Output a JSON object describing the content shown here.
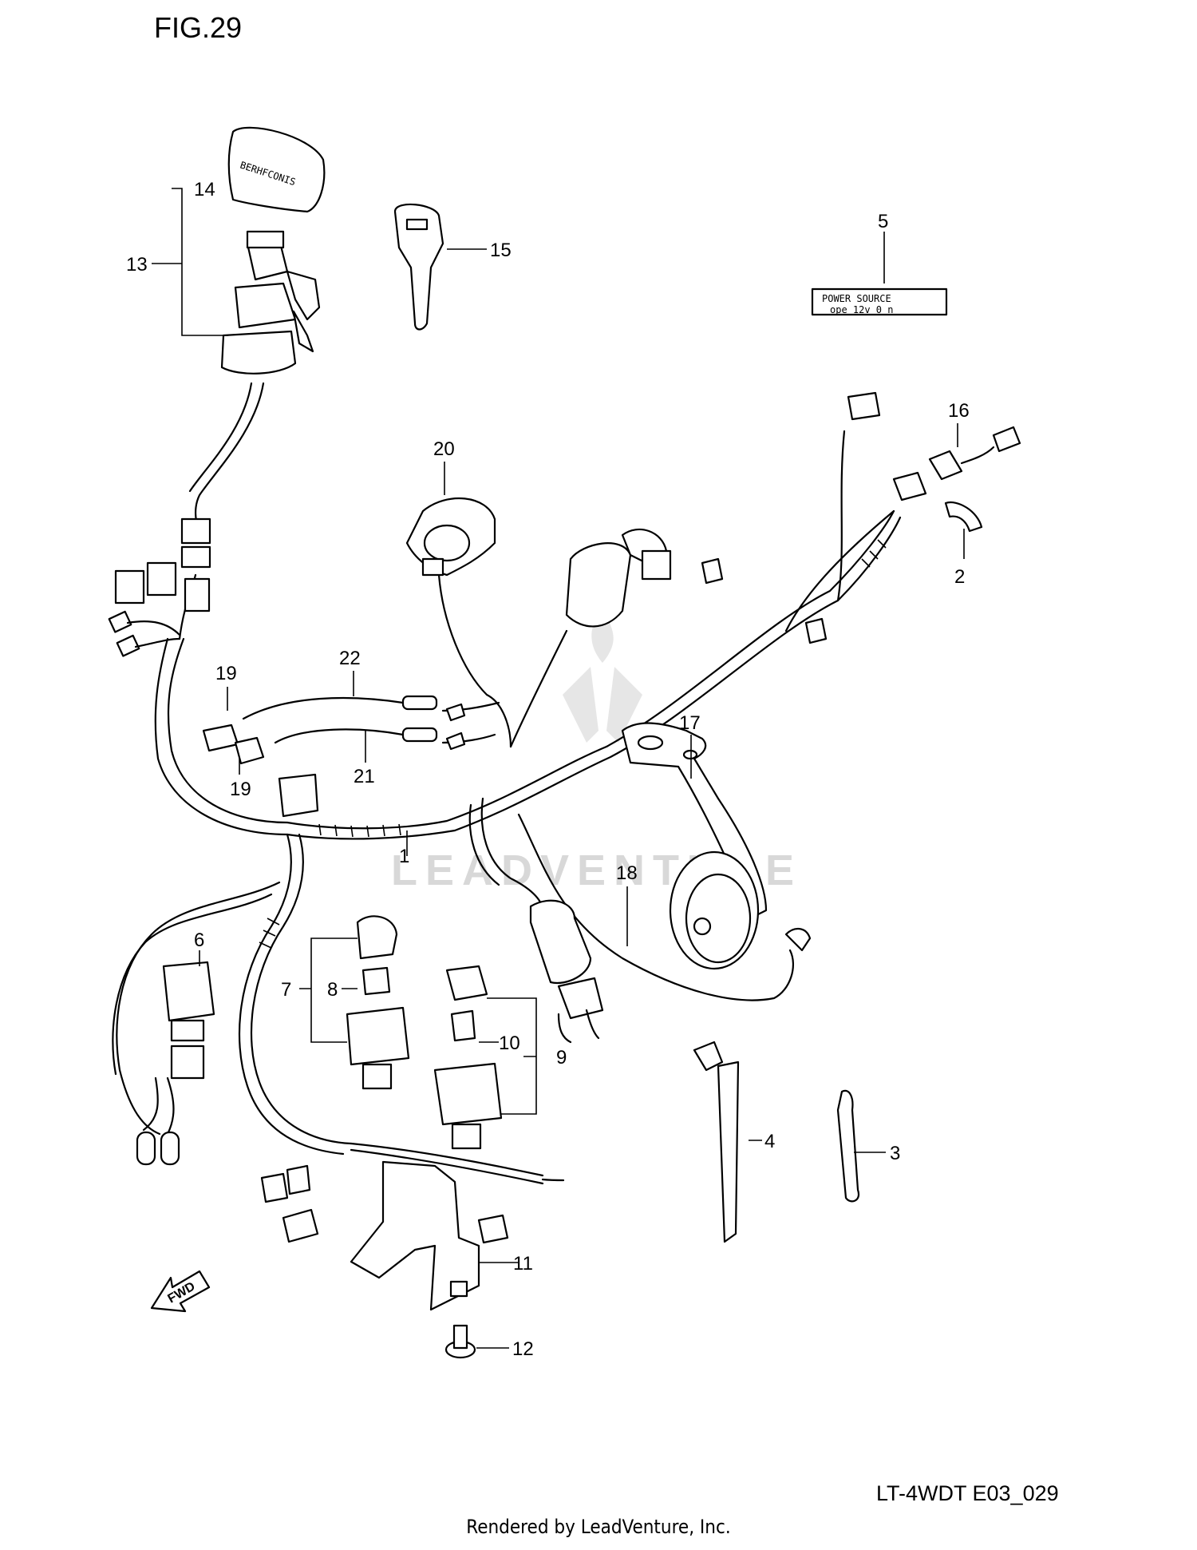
{
  "figure_title": "FIG.29",
  "diagram_code": "LT-4WDT E03_029",
  "footer": "Rendered by LeadVenture, Inc.",
  "watermark": "LEADVENTURE",
  "label_text": {
    "line1": "POWER SOURCE",
    "line2": "ope 12v 0 n"
  },
  "key_cover_text": "BERHFCONIS",
  "fwd_arrow": "FWD",
  "callouts": [
    "1",
    "2",
    "3",
    "4",
    "5",
    "6",
    "7",
    "8",
    "9",
    "10",
    "11",
    "12",
    "13",
    "14",
    "15",
    "16",
    "17",
    "18",
    "19",
    "19",
    "20",
    "21",
    "22"
  ]
}
